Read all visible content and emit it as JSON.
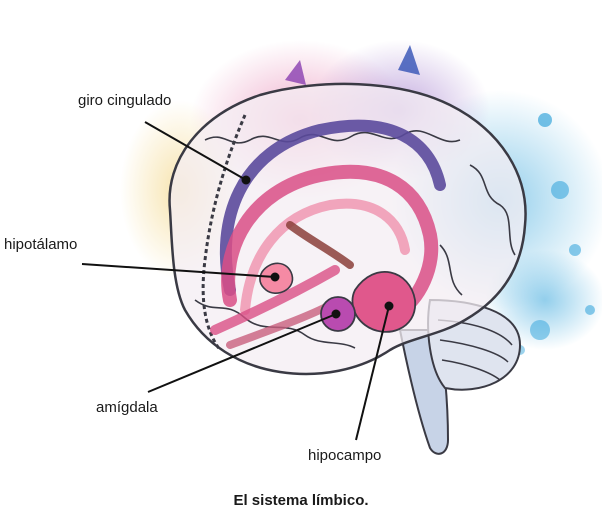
{
  "figure": {
    "labels": {
      "giro_cingulado": "giro cingulado",
      "hipotalamo": "hipotálamo",
      "amigdala": "amígdala",
      "hipocampo": "hipocampo"
    },
    "caption": "El sistema límbico."
  },
  "colors": {
    "outline": "#3a3a44",
    "cingulate": "#5b4a9c",
    "limbic_pink": "#d94f86",
    "limbic_light": "#f0a0b8",
    "brainstem": "#9fb2cf",
    "splash_blue": "#3aa7dc",
    "splash_purple": "#8a5ac0",
    "splash_yellow": "#f2d27a"
  }
}
